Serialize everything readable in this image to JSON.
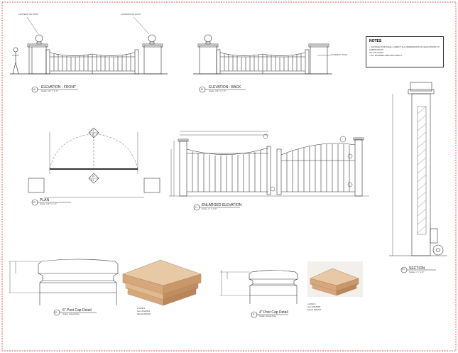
{
  "sheet": {
    "border_color": "#e05a5a"
  },
  "notes": {
    "heading": "NOTES",
    "lines": [
      "- CONTRACTOR SHALL VERIFY ALL DIMENSIONS IN FIELD PRIOR TO FABRICATION",
      "  OF COLUMNS",
      "- ALL FINISHES PER ARCHITECT"
    ]
  },
  "views": {
    "elev_front": {
      "number": "A",
      "title": "ELEVATION - FRONT",
      "scale": "Scale: 1/4\" = 1'-0\""
    },
    "elev_back": {
      "number": "B",
      "title": "ELEVATION - BACK",
      "scale": "Scale: 1/4\" = 1'-0\""
    },
    "plan": {
      "number": "B",
      "title": "PLAN",
      "scale": "Scale: 1/2\" = 1'-0\""
    },
    "enlarged": {
      "number": "C",
      "title": "ENLARGED ELEVATION",
      "scale": "Scale: 1\" = 1'-0\""
    },
    "section": {
      "number": "01",
      "title": "SECTION",
      "scale": "Scale: 1\" = 1'-0\""
    },
    "cap6": {
      "number": "E",
      "title": "6\" Post Cap Detail",
      "scale": "Scale: Actual Size"
    },
    "cap4": {
      "number": "F",
      "title": "4\" Post Cap Detail",
      "scale": "Scale: Actual Size"
    }
  },
  "callouts": {
    "lamp_front": "LANTERN ON POST",
    "lamp_front_right": "LANTERN ON POST",
    "back_tag": "CONNECT TIME",
    "plan_bubble_top": "01",
    "plan_bubble_top_sub": "B",
    "plan_bubble_mid": "A",
    "plan_bubble_mid_sub": "01"
  },
  "products": {
    "cap6": {
      "line1": "LOWE'S",
      "line2": "Item #123011",
      "line3": "Model #P0063"
    },
    "cap4": {
      "line1": "LOWE'S",
      "line2": "Item #518095",
      "line3": "Model #P0067"
    }
  },
  "colors": {
    "line": "#333333",
    "wood_light": "#e8c9a6",
    "wood_mid": "#d4a77c",
    "wood_dark": "#b9865a"
  }
}
